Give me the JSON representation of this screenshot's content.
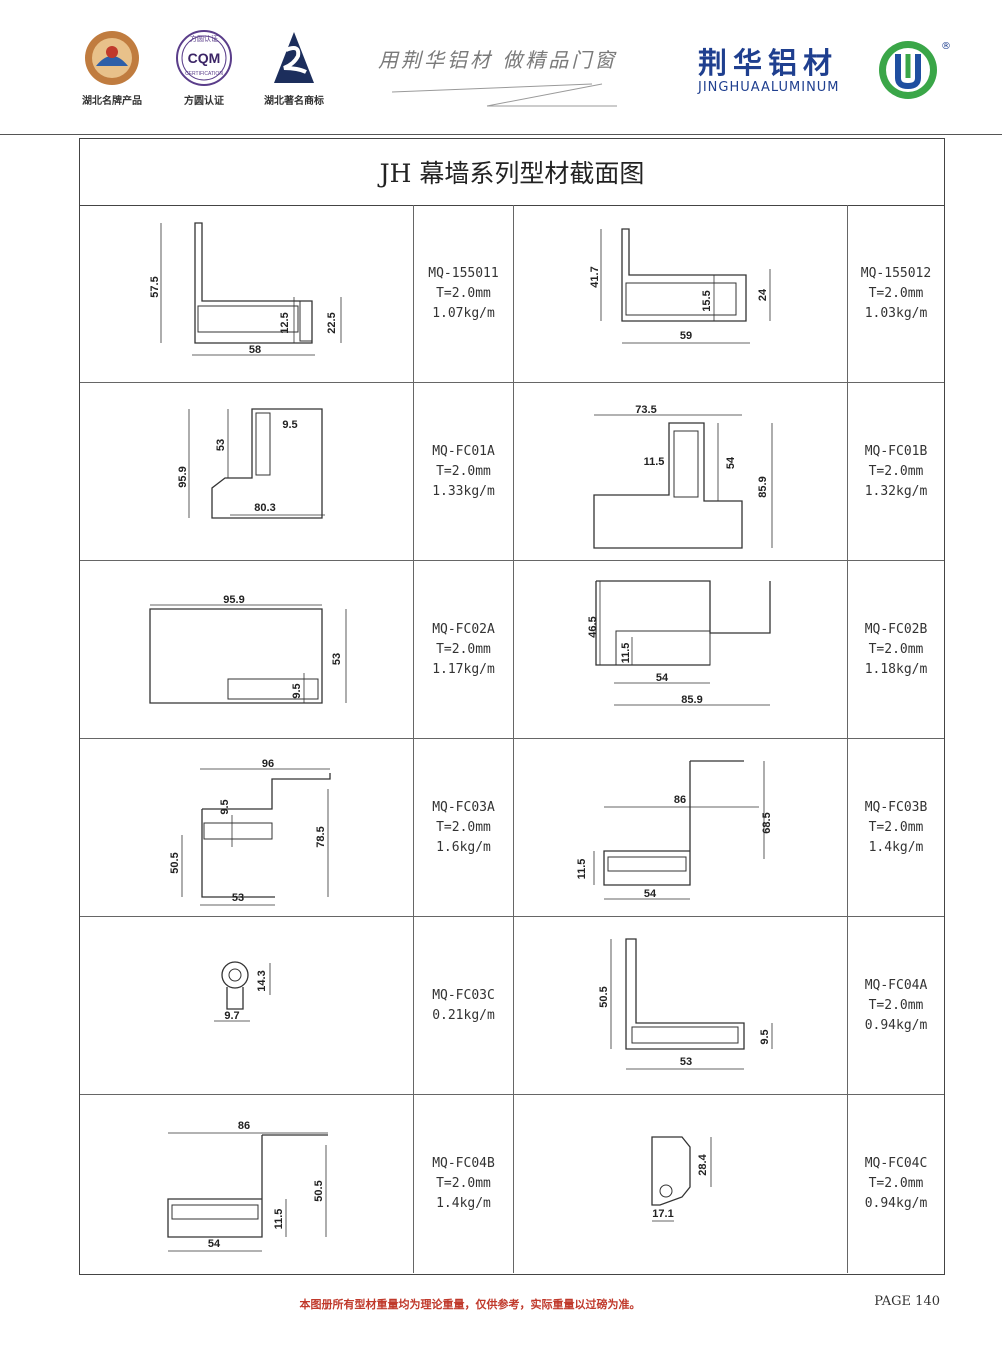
{
  "header": {
    "badges": [
      {
        "icon": "hubei-brand-seal-icon",
        "caption": "湖北名牌产品"
      },
      {
        "icon": "cqm-certification-icon",
        "caption": "方圆认证",
        "mark": "CQM",
        "ring_text": "方圆认证",
        "ring_sub": "CERTIFICATION"
      },
      {
        "icon": "hubei-famous-trademark-icon",
        "caption": "湖北著名商标"
      }
    ],
    "slogan": "用荆华铝材  做精品门窗",
    "brand_cn": "荆华铝材",
    "brand_en": "JINGHUAALUMINUM",
    "registered": "®",
    "colors": {
      "brand_blue": "#1f3f8f",
      "logo_green": "#3aa648",
      "logo_blue": "#1f4fa0"
    }
  },
  "title": "JH 幕墙系列型材截面图",
  "profiles": [
    {
      "code": "MQ-155011",
      "thickness": "T=2.0mm",
      "weight": "1.07kg/m",
      "dims": [
        "57.5",
        "12.5",
        "22.5",
        "58"
      ]
    },
    {
      "code": "MQ-155012",
      "thickness": "T=2.0mm",
      "weight": "1.03kg/m",
      "dims": [
        "41.7",
        "15.5",
        "24",
        "59"
      ]
    },
    {
      "code": "MQ-FC01A",
      "thickness": "T=2.0mm",
      "weight": "1.33kg/m",
      "dims": [
        "95.9",
        "53",
        "9.5",
        "80.3"
      ]
    },
    {
      "code": "MQ-FC01B",
      "thickness": "T=2.0mm",
      "weight": "1.32kg/m",
      "dims": [
        "73.5",
        "11.5",
        "54",
        "85.9"
      ]
    },
    {
      "code": "MQ-FC02A",
      "thickness": "T=2.0mm",
      "weight": "1.17kg/m",
      "dims": [
        "95.9",
        "53",
        "9.5"
      ]
    },
    {
      "code": "MQ-FC02B",
      "thickness": "T=2.0mm",
      "weight": "1.18kg/m",
      "dims": [
        "46.5",
        "11.5",
        "54",
        "85.9"
      ]
    },
    {
      "code": "MQ-FC03A",
      "thickness": "T=2.0mm",
      "weight": "1.6kg/m",
      "dims": [
        "96",
        "9.5",
        "78.5",
        "50.5",
        "53"
      ]
    },
    {
      "code": "MQ-FC03B",
      "thickness": "T=2.0mm",
      "weight": "1.4kg/m",
      "dims": [
        "86",
        "68.5",
        "11.5",
        "54"
      ]
    },
    {
      "code": "MQ-FC03C",
      "thickness": "",
      "weight": "0.21kg/m",
      "dims": [
        "14.3",
        "9.7"
      ]
    },
    {
      "code": "MQ-FC04A",
      "thickness": "T=2.0mm",
      "weight": "0.94kg/m",
      "dims": [
        "50.5",
        "9.5",
        "53"
      ]
    },
    {
      "code": "MQ-FC04B",
      "thickness": "T=2.0mm",
      "weight": "1.4kg/m",
      "dims": [
        "86",
        "50.5",
        "11.5",
        "54"
      ]
    },
    {
      "code": "MQ-FC04C",
      "thickness": "T=2.0mm",
      "weight": "0.94kg/m",
      "dims": [
        "28.4",
        "17.1"
      ]
    }
  ],
  "footer": {
    "note": "本图册所有型材重量均为理论重量，仅供参考，实际重量以过磅为准。",
    "page": "PAGE 140"
  }
}
